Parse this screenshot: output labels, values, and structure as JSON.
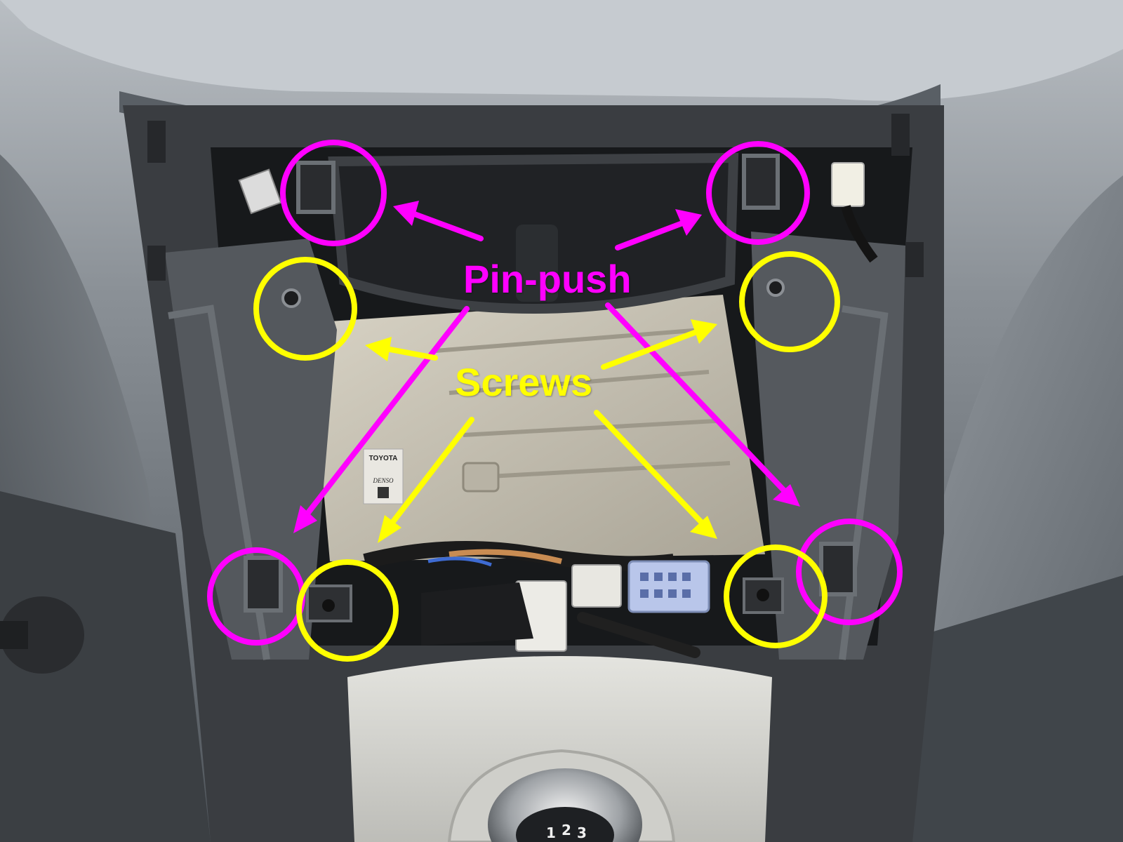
{
  "annotations": {
    "pin_push_label": "Pin-push",
    "screws_label": "Screws",
    "pin_push_color": "#ff00ff",
    "screws_color": "#ffff00"
  },
  "part_label": {
    "brand": "TOYOTA",
    "maker": "DENSO"
  },
  "shifter": {
    "gear_numbers": [
      "1",
      "2",
      "3"
    ]
  },
  "colors": {
    "dash_grey": "#6b7178",
    "console_dark": "#2c2e31",
    "silver_panel": "#d8d8d4",
    "heater_box": "#c9c4b6",
    "connector_blue": "#b9c6ea"
  }
}
